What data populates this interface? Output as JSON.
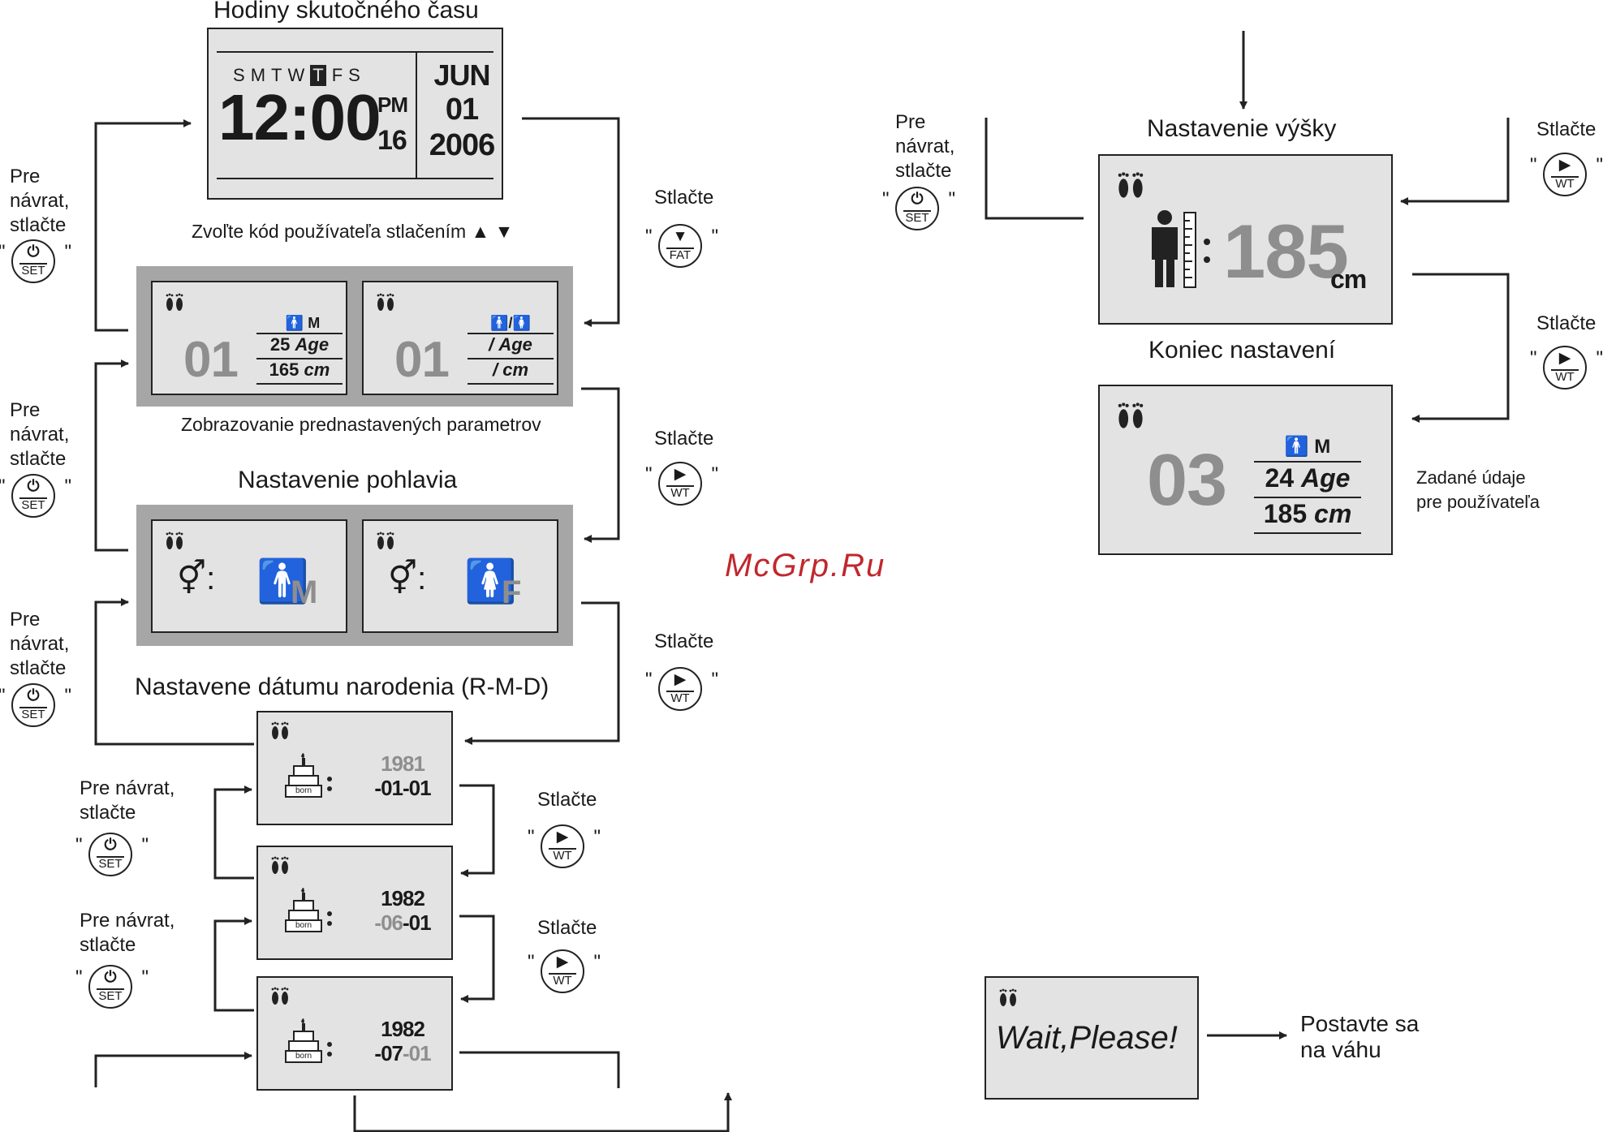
{
  "watermark": "McGrp.Ru",
  "buttons": {
    "set_label": "SET",
    "wt_label": "WT",
    "fat_label": "FAT",
    "power_glyph": "⏻",
    "play_glyph": "▶",
    "down_glyph": "▼",
    "quote": "\""
  },
  "clock": {
    "title": "Hodiny skutočného času",
    "days": [
      "S",
      "M",
      "T",
      "W",
      "T",
      "F",
      "S"
    ],
    "time": "12:00",
    "ampm": "PM",
    "seconds": "16",
    "month": "JUN",
    "day": "01",
    "year": "2006",
    "caption": "Zvoľte kód používateľa stlačením ▲ ▼"
  },
  "presets": {
    "user1": {
      "code": "01",
      "gender": "M",
      "age": "25",
      "age_unit": "Age",
      "height": "165",
      "height_unit": "cm"
    },
    "user2": {
      "code": "01",
      "gender_symbol": "/",
      "age": "/",
      "age_unit": "Age",
      "height": "/",
      "height_unit": "cm"
    },
    "caption": "Zobrazovanie prednastavených parametrov"
  },
  "gender": {
    "title": "Nastavenie pohlavia",
    "male_letter": "M",
    "female_letter": "F"
  },
  "birthdate": {
    "title": "Nastavene dátumu narodenia (R-M-D)",
    "cake_label": "born",
    "screens": [
      {
        "year": "1981",
        "rest": "-01-01"
      },
      {
        "year": "1982",
        "month": "-06",
        "day": "-01"
      },
      {
        "year": "1982",
        "month": "-07",
        "day": "-01"
      }
    ]
  },
  "height": {
    "title": "Nastavenie výšky",
    "value": "185",
    "unit": "cm"
  },
  "end": {
    "title": "Koniec nastavení",
    "code": "03",
    "gender": "M",
    "age": "24",
    "age_unit": "Age",
    "height": "185",
    "height_unit": "cm",
    "caption": "Zadané údaje\npre používateľa"
  },
  "wait": {
    "text": "Wait,Please!",
    "caption": "Postavte sa\nna váhu"
  },
  "labels": {
    "back": "Pre\nnávrat,\nstlačte",
    "back_inline": "Pre návrat,\nstlačte",
    "press": "Stlačte"
  }
}
